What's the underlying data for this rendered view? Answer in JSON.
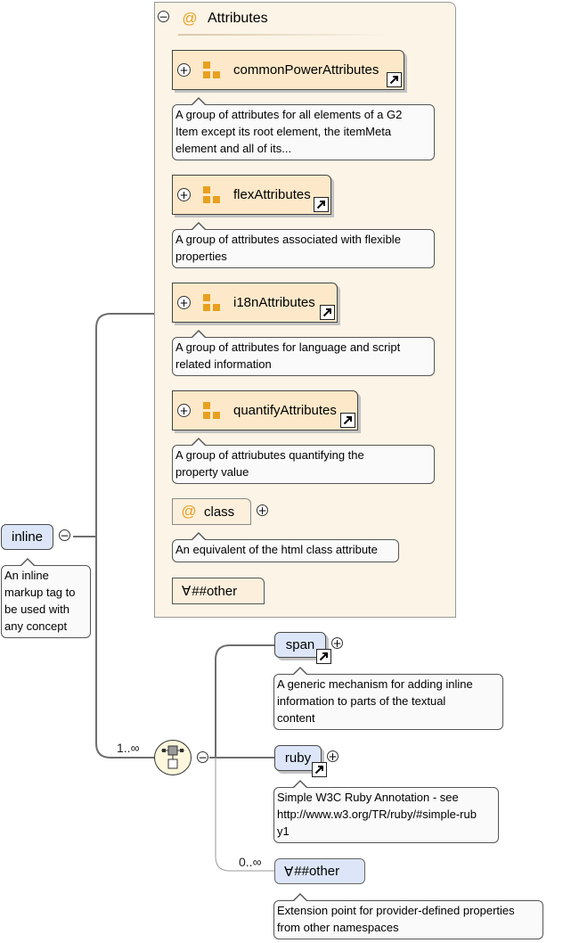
{
  "root": {
    "name": "inline",
    "doc": [
      "An inline",
      "markup tag to",
      "be used with",
      "any concept"
    ]
  },
  "attributes_panel": {
    "title": "Attributes",
    "groups": [
      {
        "name": "commonPowerAttributes",
        "doc": [
          "A group of attributes for all elements of a G2",
          "Item except its root element, the itemMeta",
          "element and all of its..."
        ]
      },
      {
        "name": "flexAttributes",
        "doc": [
          "A group of attributes associated with flexible",
          "properties"
        ]
      },
      {
        "name": "i18nAttributes",
        "doc": [
          "A group of attributes for language and script",
          "related information"
        ]
      },
      {
        "name": "quantifyAttributes",
        "doc": [
          "A group of attriubutes quantifying the",
          "property value"
        ]
      }
    ],
    "attribute": {
      "name": "class",
      "doc": [
        "An equivalent of the html class attribute"
      ]
    },
    "any_attribute": {
      "symbol": "∀",
      "label": "##other"
    }
  },
  "sequence": {
    "occurrence": "1..∞",
    "children": [
      {
        "name": "span",
        "doc": [
          "A generic mechanism for adding inline",
          "information to parts of the textual",
          "content"
        ]
      },
      {
        "name": "ruby",
        "doc": [
          "Simple W3C Ruby Annotation - see",
          "http://www.w3.org/TR/ruby/#simple-rub",
          "y1"
        ]
      }
    ],
    "any": {
      "occurrence": "0..∞",
      "symbol": "∀",
      "label": "##other",
      "doc": [
        "Extension point for provider-defined properties",
        "from other namespaces"
      ]
    }
  },
  "colors": {
    "panel_bg": "#fcf4e6",
    "group_bg": "#fde9c9",
    "group_icon": "#e8a020",
    "element_bg": "#dce6f8",
    "connector": "#6e6e6e",
    "sequence_bg": "#fdf7dd"
  },
  "icons": {
    "collapse": "minus-circle-icon",
    "expand": "plus-circle-icon",
    "reference": "reference-arrow-icon",
    "attribute": "at-sign-icon",
    "group": "attribute-group-icon",
    "sequence": "sequence-compositor-icon",
    "wildcard": "for-all-icon"
  }
}
